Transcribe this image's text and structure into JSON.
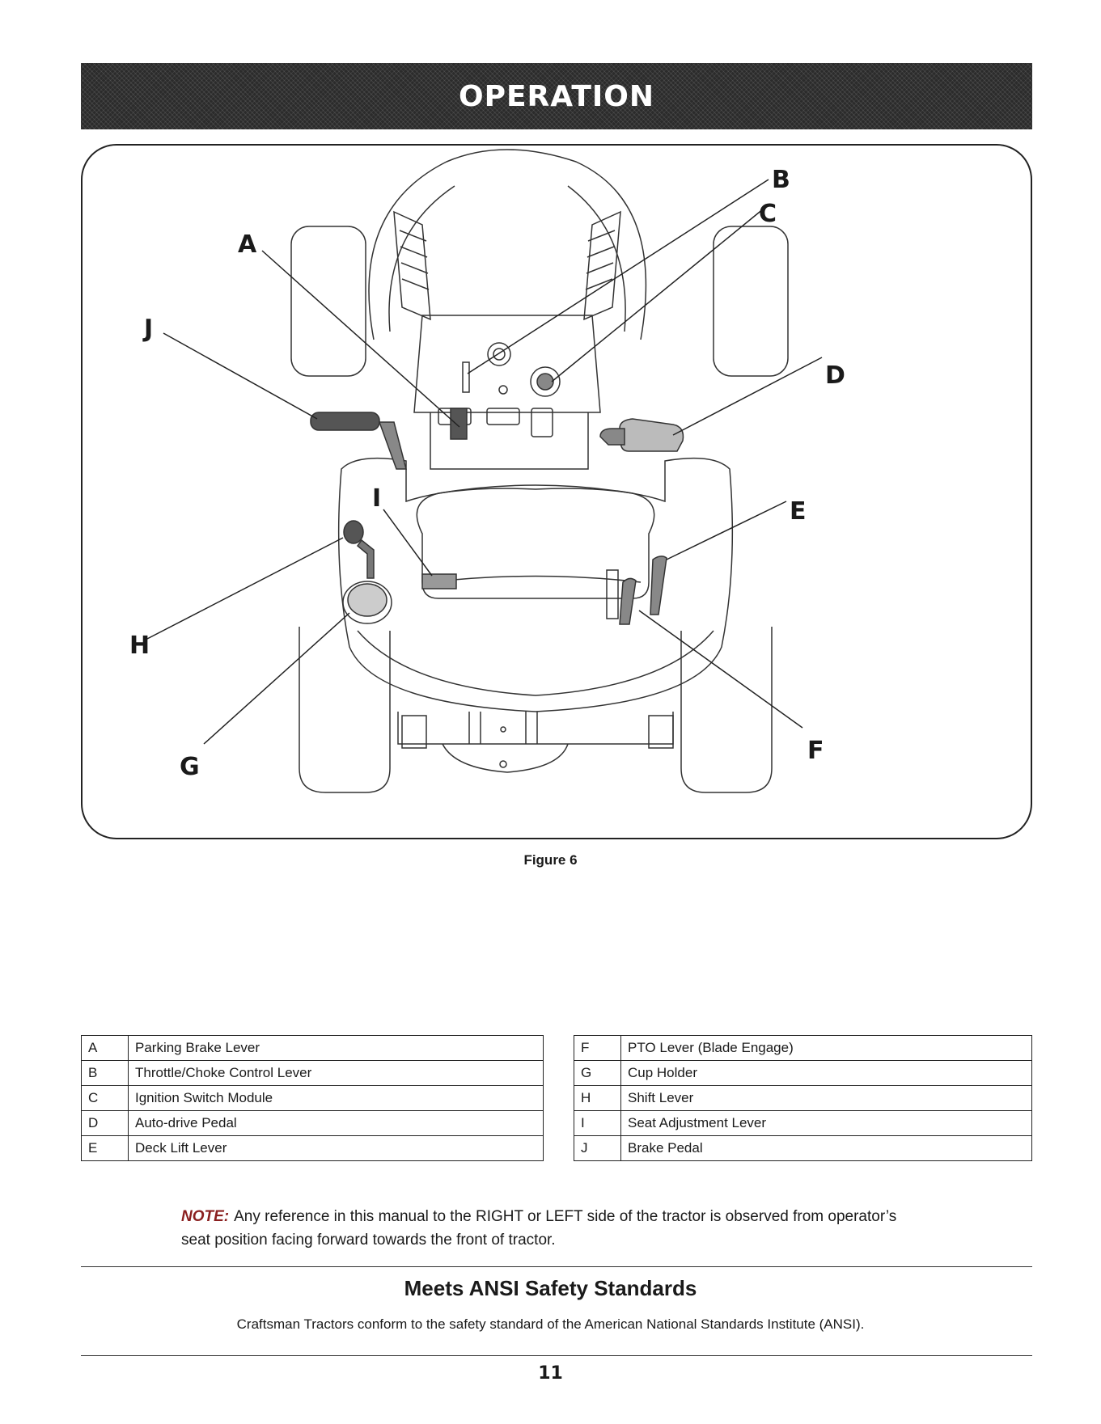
{
  "header": {
    "title": "OPERATION"
  },
  "figure": {
    "caption": "Figure 6",
    "callouts": [
      "A",
      "B",
      "C",
      "D",
      "E",
      "F",
      "G",
      "H",
      "I",
      "J"
    ]
  },
  "legend": {
    "left": [
      {
        "letter": "A",
        "label": "Parking Brake Lever"
      },
      {
        "letter": "B",
        "label": "Throttle/Choke Control Lever"
      },
      {
        "letter": "C",
        "label": "Ignition Switch Module"
      },
      {
        "letter": "D",
        "label": "Auto-drive Pedal"
      },
      {
        "letter": "E",
        "label": "Deck Lift Lever"
      }
    ],
    "right": [
      {
        "letter": "F",
        "label": "PTO Lever (Blade Engage)"
      },
      {
        "letter": "G",
        "label": "Cup Holder"
      },
      {
        "letter": "H",
        "label": "Shift Lever"
      },
      {
        "letter": "I",
        "label": "Seat Adjustment Lever"
      },
      {
        "letter": "J",
        "label": "Brake Pedal"
      }
    ]
  },
  "note": {
    "label": "NOTE:",
    "text": "Any reference in this manual to the RIGHT or LEFT side of the tractor is observed from operator’s seat position facing forward towards the front of tractor."
  },
  "ansi": {
    "title": "Meets ANSI Safety Standards",
    "text": "Craftsman Tractors conform to the safety standard of the American National Standards Institute (ANSI)."
  },
  "page_number": "11"
}
